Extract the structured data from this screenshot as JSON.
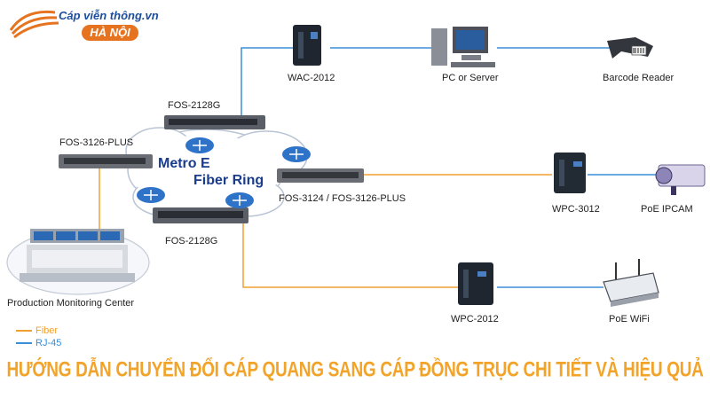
{
  "logo": {
    "brand_text": "Cáp viễn thông.vn",
    "badge_text": "HÀ NỘI"
  },
  "ring": {
    "title_line1": "Metro E",
    "title_line2": "Fiber Ring"
  },
  "devices": {
    "wac": "WAC-2012",
    "pc": "PC or Server",
    "barcode": "Barcode Reader",
    "fos_top": "FOS-2128G",
    "fos_left": "FOS-3126-PLUS",
    "fos_right": "FOS-3124 / FOS-3126-PLUS",
    "fos_bottom": "FOS-2128G",
    "wpc_3012": "WPC-3012",
    "ipcam": "PoE IPCAM",
    "control_center": "Production Monitoring Center",
    "wpc_2012": "WPC-2012",
    "wifi": "PoE WiFi"
  },
  "legend": {
    "fiber": {
      "label": "Fiber",
      "color": "#f0a030"
    },
    "rj45": {
      "label": "RJ-45",
      "color": "#3a8fd8"
    }
  },
  "colors": {
    "fiber": "#f0a030",
    "rj45": "#3a8fd8",
    "banner": "#f2a42a",
    "logo_orange": "#e6731f",
    "logo_blue": "#1c4e9c"
  },
  "banner": {
    "title": "HƯỚNG DẪN CHUYỂN ĐỔI CÁP QUANG SANG CÁP ĐỒNG TRỤC CHI TIẾT VÀ HIỆU QUẢ NHẤT 2025"
  }
}
